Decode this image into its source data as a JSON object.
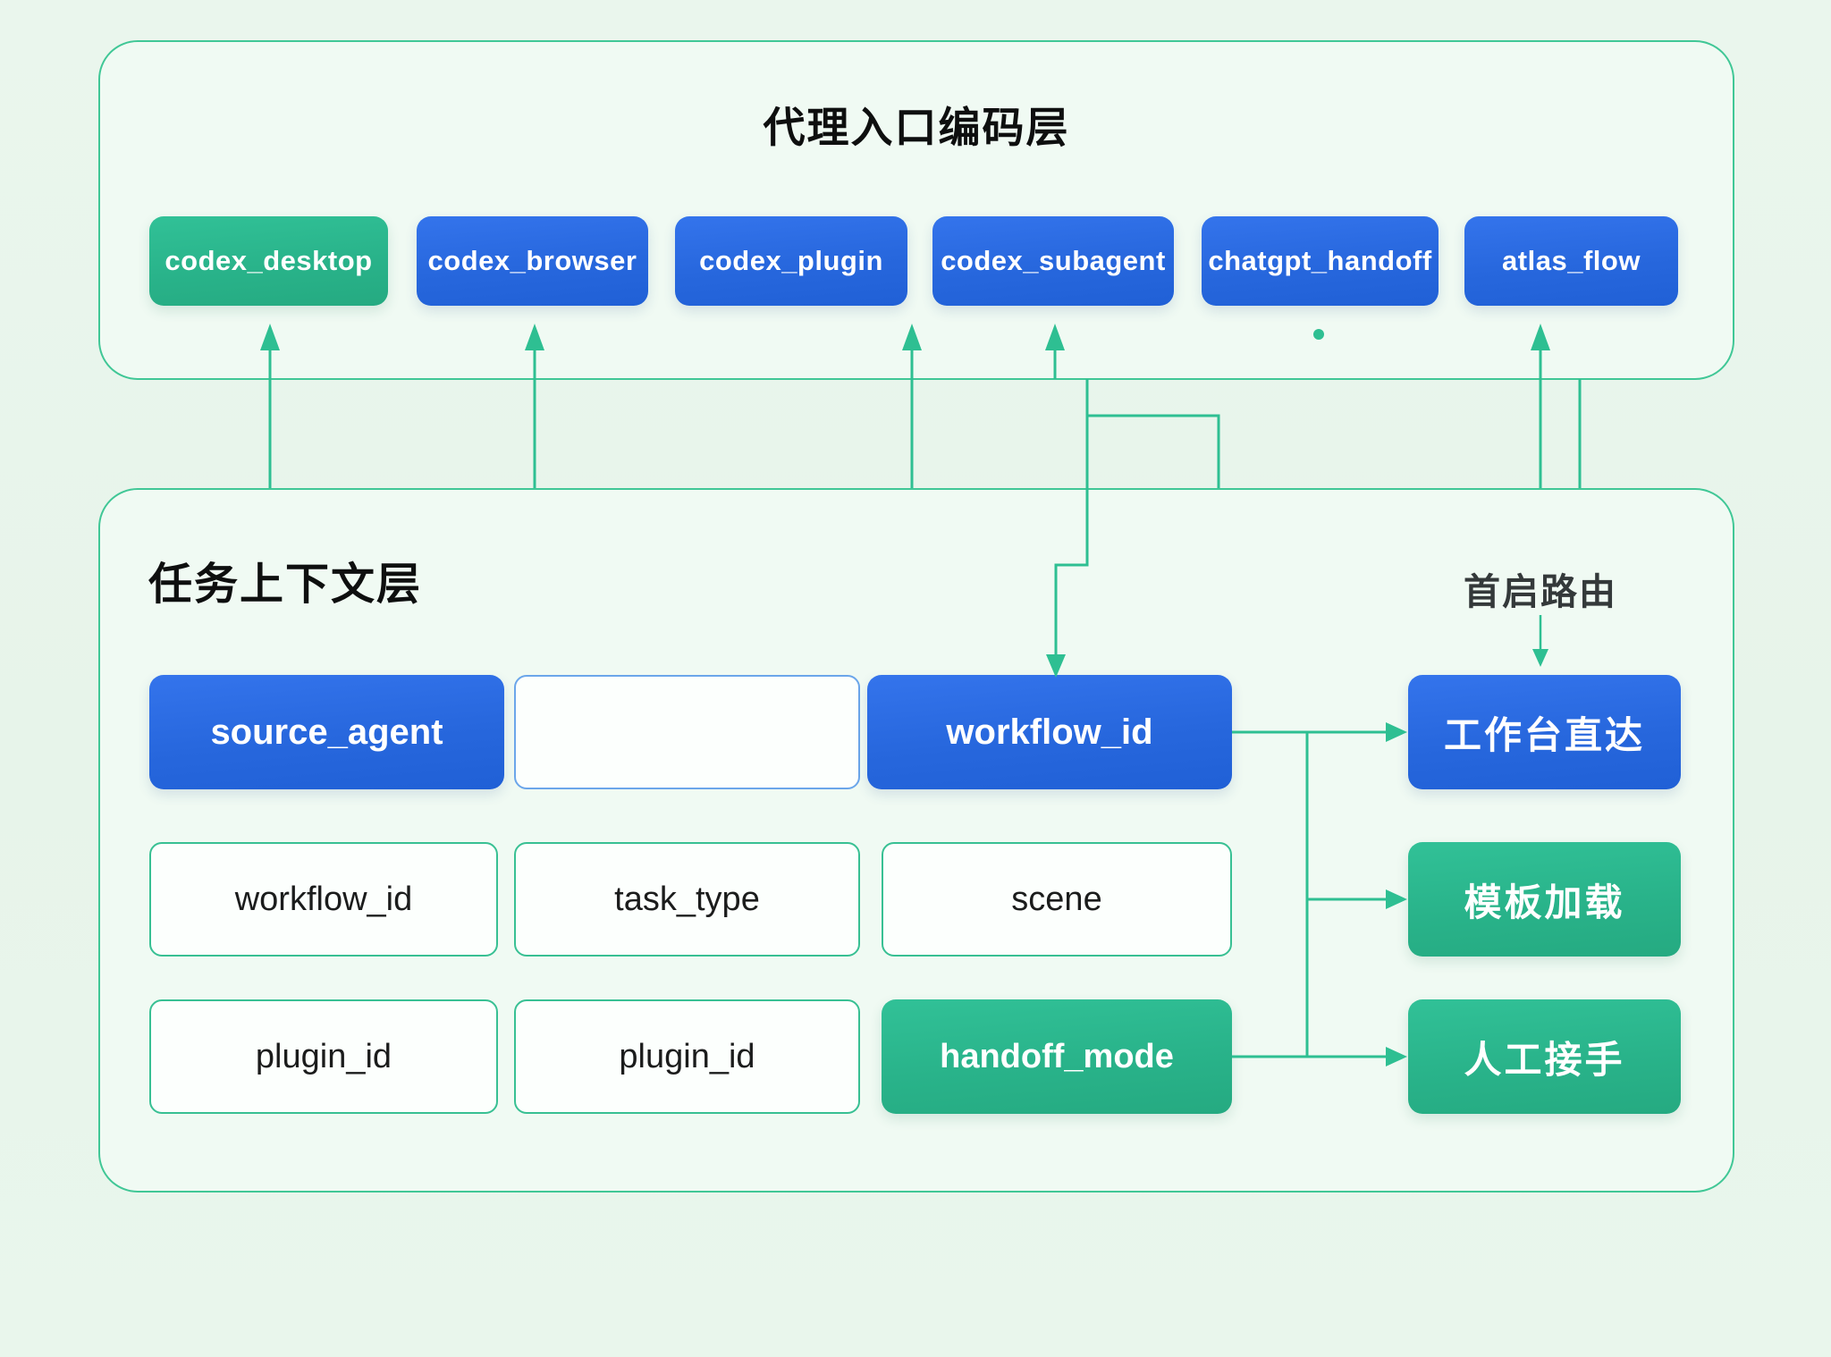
{
  "top_layer": {
    "title": "代理入口编码层",
    "nodes": [
      {
        "label": "codex_desktop"
      },
      {
        "label": "codex_browser"
      },
      {
        "label": "codex_plugin"
      },
      {
        "label": "codex_subagent"
      },
      {
        "label": "chatgpt_handoff"
      },
      {
        "label": "atlas_flow"
      }
    ]
  },
  "bottom_layer": {
    "title": "任务上下文层",
    "routing_label": "首启路由",
    "rows": [
      {
        "cells": [
          {
            "label": "source_agent"
          },
          {
            "label": ""
          },
          {
            "label": "workflow_id"
          }
        ]
      },
      {
        "cells": [
          {
            "label": "workflow_id"
          },
          {
            "label": "task_type"
          },
          {
            "label": "scene"
          }
        ]
      },
      {
        "cells": [
          {
            "label": "plugin_id"
          },
          {
            "label": "plugin_id"
          },
          {
            "label": "handoff_mode"
          }
        ]
      }
    ],
    "right_nodes": [
      {
        "label": "工作台直达"
      },
      {
        "label": "模板加载"
      },
      {
        "label": "人工接手"
      }
    ]
  },
  "colors": {
    "page_bg": "#e8f5ec",
    "panel_bg": "#f0faf3",
    "panel_border": "#40c796",
    "node_blue": "#2767dd",
    "node_green": "#29b38a",
    "outline_green": "#38c093",
    "outline_blue": "#6ba6ea",
    "connector_green": "#2ebf92",
    "text_dark": "#0e0f0f"
  }
}
